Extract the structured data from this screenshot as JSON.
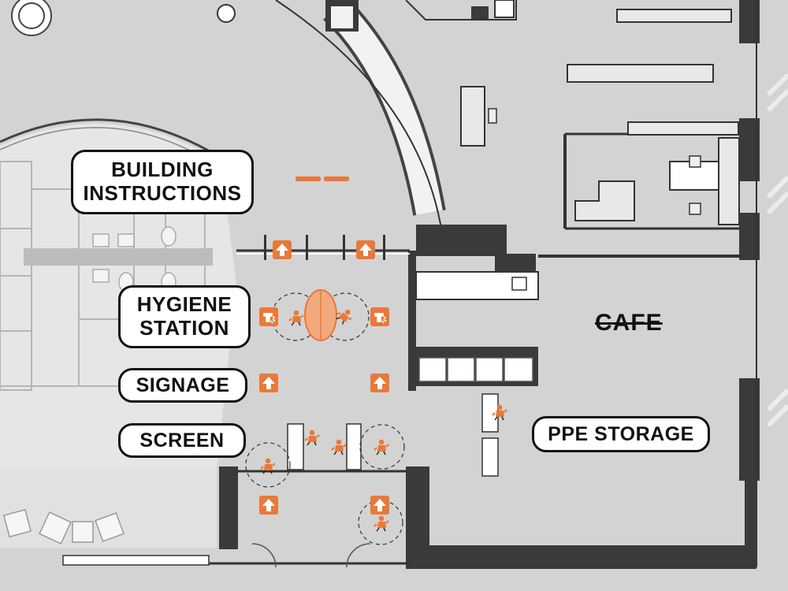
{
  "labels": {
    "building_instructions": "BUILDING\nINSTRUCTIONS",
    "hygiene_station": "HYGIENE\nSTATION",
    "signage": "SIGNAGE",
    "screen": "SCREEN",
    "cafe": "CAFE",
    "ppe_storage": "PPE STORAGE"
  },
  "colors": {
    "floor": "#d3d3d3",
    "wall": "#3a3a3a",
    "accent": "#e8793a",
    "accent_light": "#f3a97e",
    "washroom": "#ebebeb",
    "line": "#222222"
  },
  "icons": {
    "arrow": "up-arrow-icon",
    "hand_sanitizer": "hand-sanitizer-icon",
    "person": "person-icon"
  }
}
